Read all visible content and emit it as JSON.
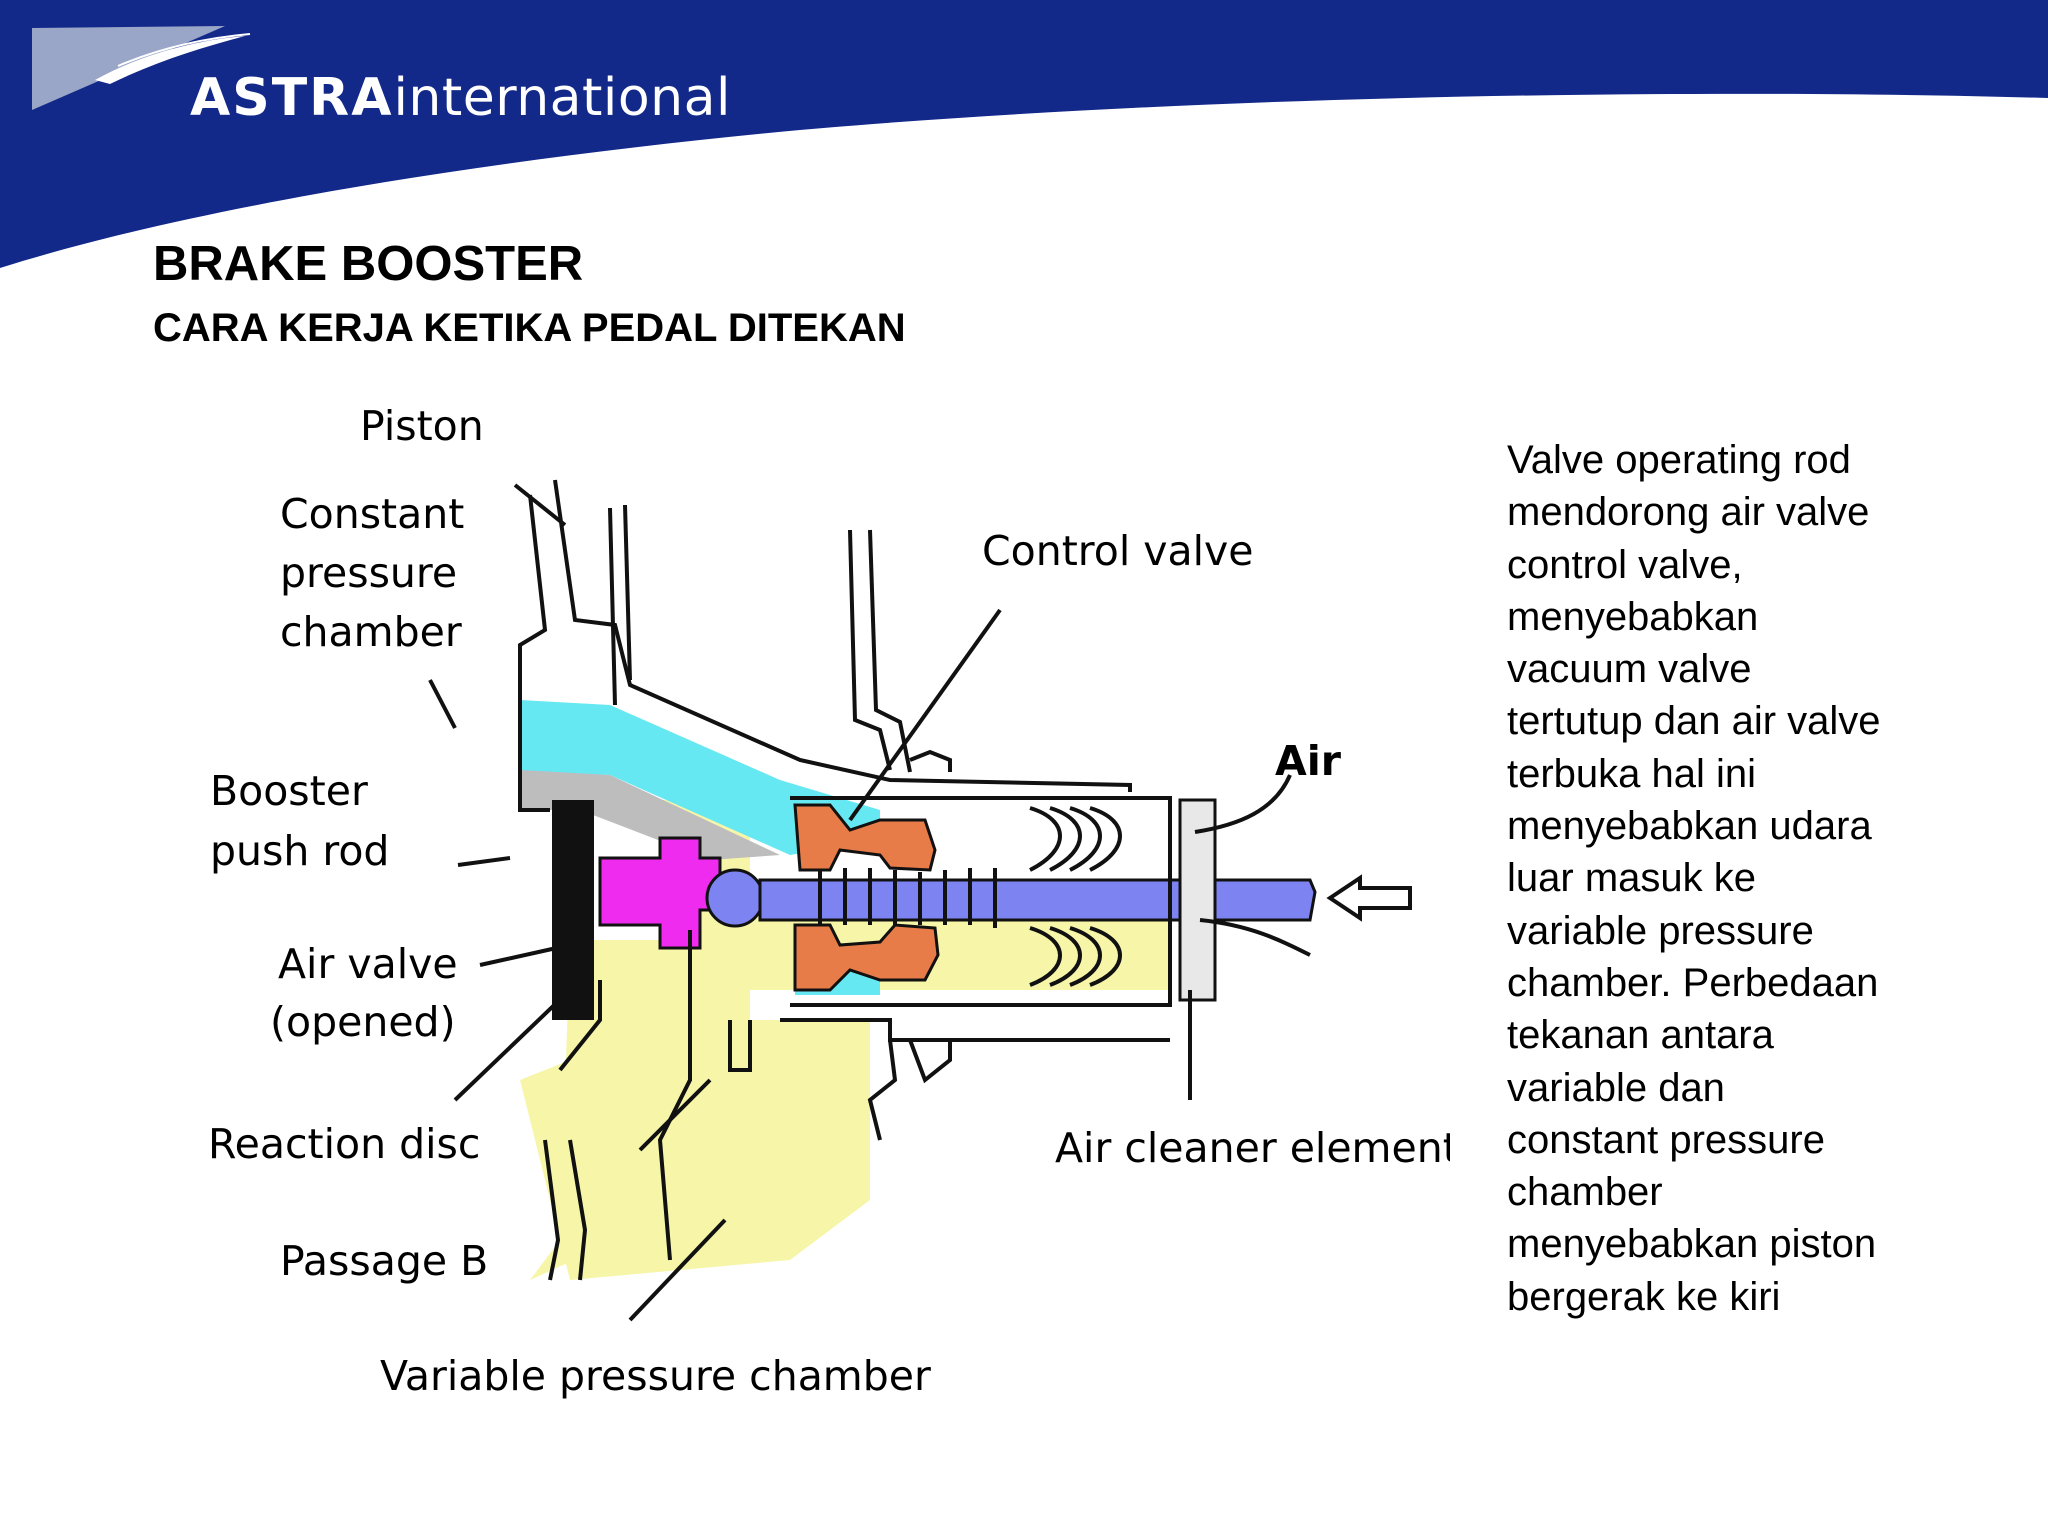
{
  "logo": {
    "brand": "ASTRA",
    "suffix": "international"
  },
  "slide": {
    "title": "BRAKE BOOSTER",
    "subtitle": "CARA KERJA KETIKA PEDAL DITEKAN"
  },
  "diagram": {
    "labels": {
      "piston": "Piston",
      "constant_pressure_chamber": [
        "Constant",
        "pressure",
        "chamber"
      ],
      "control_valve": "Control valve",
      "air": "Air",
      "booster_push_rod": [
        "Booster",
        "push rod"
      ],
      "air_valve": [
        "Air valve",
        "(opened)"
      ],
      "reaction_disc": "Reaction disc",
      "air_cleaner_element": "Air cleaner element",
      "passage_b": "Passage B",
      "variable_pressure_chamber": "Variable pressure chamber"
    },
    "colors": {
      "constant_chamber": "#66E8F2",
      "variable_chamber": "#F7F5A8",
      "push_rod_piece": "#EE2BEE",
      "valve_rod": "#7E83F2",
      "control_valve": "#E87C48",
      "reaction_disc": "#111111",
      "gray_body": "#BDBDBD"
    }
  },
  "body_text": {
    "lines": [
      "Valve operating rod",
      "mendorong air valve",
      "control valve,",
      "menyebabkan",
      "vacuum valve",
      "tertutup dan air valve",
      "terbuka hal ini",
      "menyebabkan udara",
      "luar masuk ke",
      "variable pressure",
      "chamber. Perbedaan",
      "tekanan antara",
      "variable dan",
      "constant pressure",
      "chamber",
      "menyebabkan piston",
      "bergerak ke kiri"
    ]
  },
  "theme": {
    "header_blue": "#13298A",
    "logo_gray": "#9AA6C8"
  }
}
